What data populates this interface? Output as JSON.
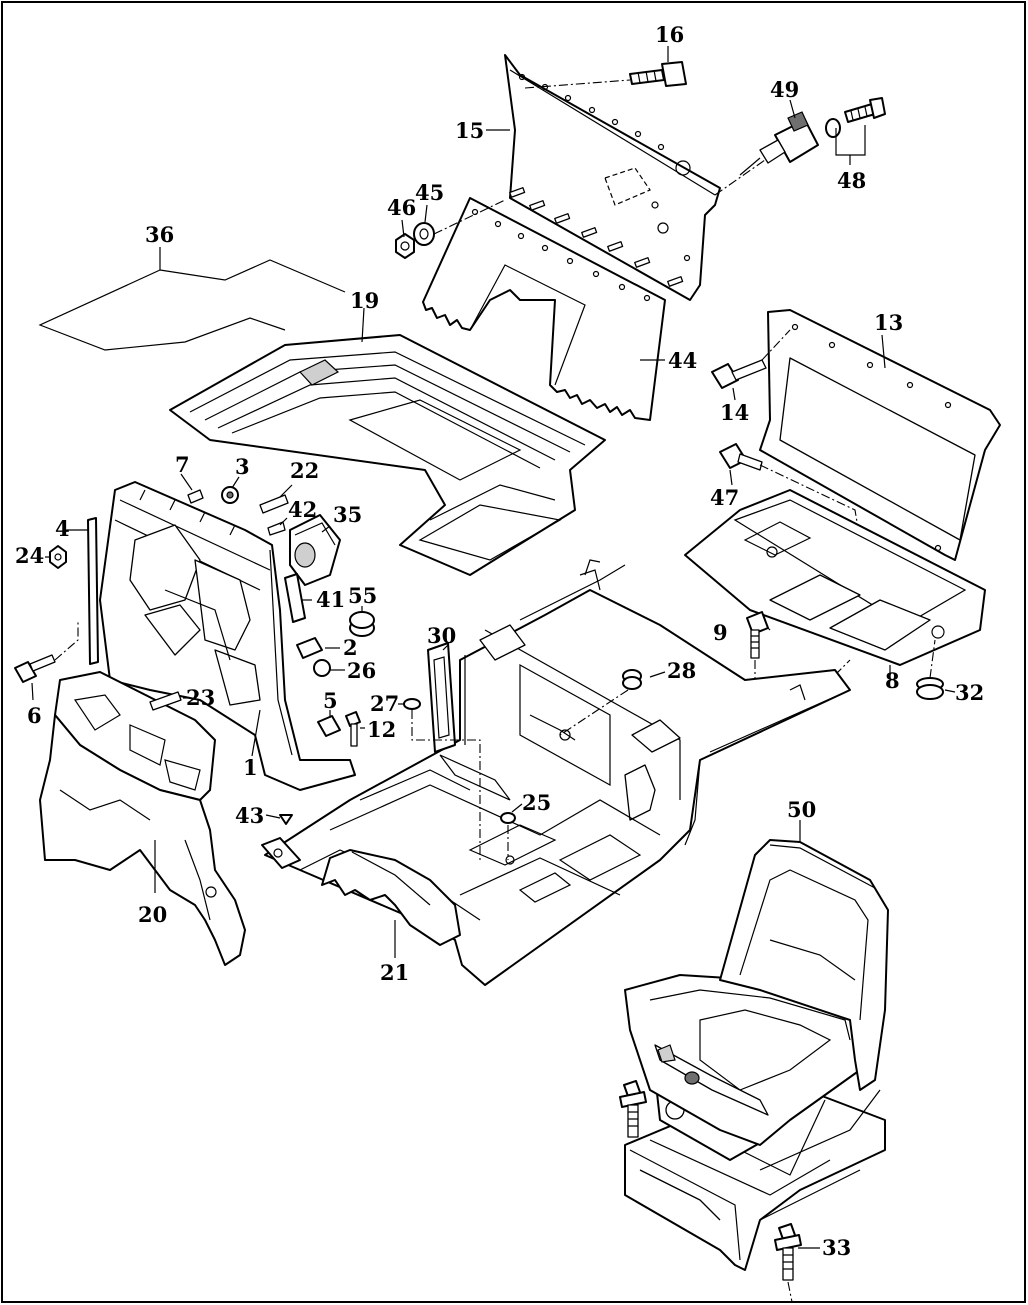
{
  "callouts": [
    {
      "id": "c1",
      "label": "1"
    },
    {
      "id": "c2",
      "label": "2"
    },
    {
      "id": "c3",
      "label": "3"
    },
    {
      "id": "c4",
      "label": "4"
    },
    {
      "id": "c5",
      "label": "5"
    },
    {
      "id": "c6",
      "label": "6"
    },
    {
      "id": "c7",
      "label": "7"
    },
    {
      "id": "c8",
      "label": "8"
    },
    {
      "id": "c9",
      "label": "9"
    },
    {
      "id": "c12",
      "label": "12"
    },
    {
      "id": "c13",
      "label": "13"
    },
    {
      "id": "c14",
      "label": "14"
    },
    {
      "id": "c15",
      "label": "15"
    },
    {
      "id": "c16",
      "label": "16"
    },
    {
      "id": "c19",
      "label": "19"
    },
    {
      "id": "c20",
      "label": "20"
    },
    {
      "id": "c21",
      "label": "21"
    },
    {
      "id": "c22",
      "label": "22"
    },
    {
      "id": "c23",
      "label": "23"
    },
    {
      "id": "c24",
      "label": "24"
    },
    {
      "id": "c25",
      "label": "25"
    },
    {
      "id": "c26",
      "label": "26"
    },
    {
      "id": "c27",
      "label": "27"
    },
    {
      "id": "c28",
      "label": "28"
    },
    {
      "id": "c30",
      "label": "30"
    },
    {
      "id": "c32",
      "label": "32"
    },
    {
      "id": "c33",
      "label": "33"
    },
    {
      "id": "c35",
      "label": "35"
    },
    {
      "id": "c36",
      "label": "36"
    },
    {
      "id": "c41",
      "label": "41"
    },
    {
      "id": "c42",
      "label": "42"
    },
    {
      "id": "c43",
      "label": "43"
    },
    {
      "id": "c44",
      "label": "44"
    },
    {
      "id": "c45",
      "label": "45"
    },
    {
      "id": "c46",
      "label": "46"
    },
    {
      "id": "c47",
      "label": "47"
    },
    {
      "id": "c48",
      "label": "48"
    },
    {
      "id": "c49",
      "label": "49"
    },
    {
      "id": "c50",
      "label": "50"
    },
    {
      "id": "c55",
      "label": "55"
    }
  ]
}
